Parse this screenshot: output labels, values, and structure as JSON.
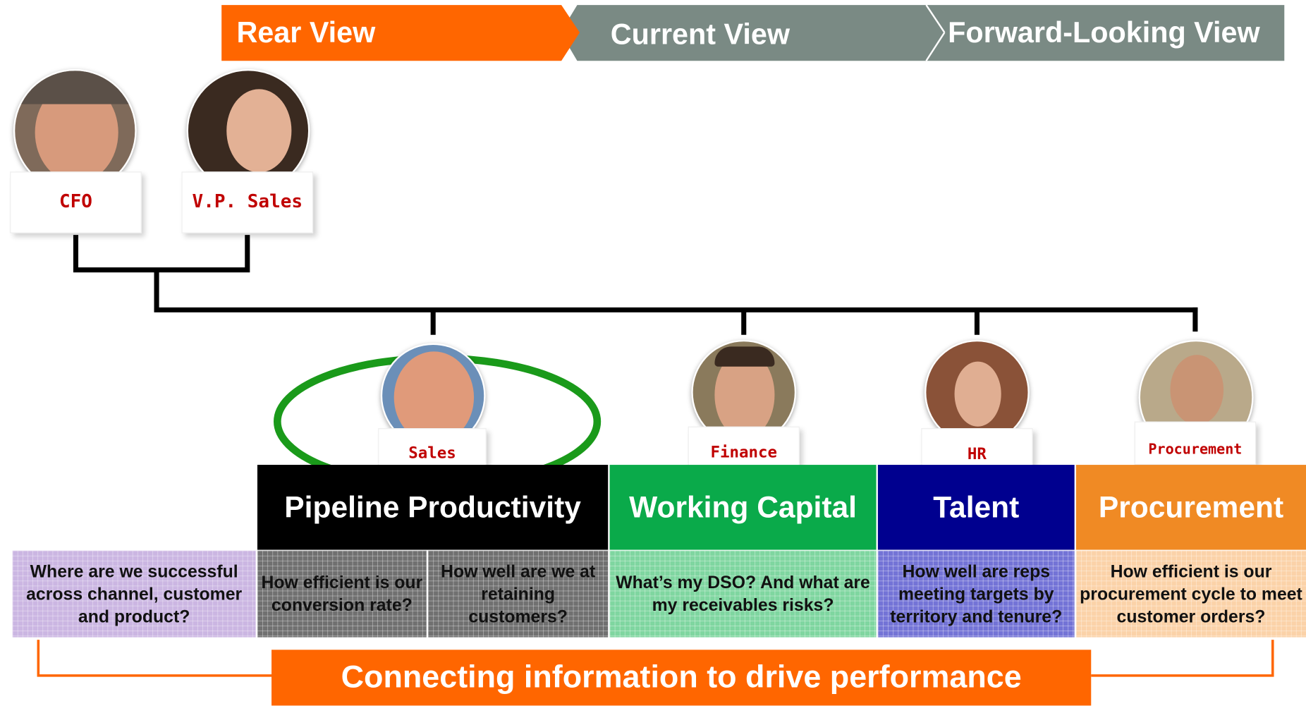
{
  "view_bar": {
    "rear": "Rear View",
    "current": "Current View",
    "forward": "Forward-Looking View",
    "colors": {
      "rear": "#ff6600",
      "current": "#7a8a84",
      "forward": "#7a8a84"
    }
  },
  "executives": [
    {
      "role": "CFO",
      "photo": "avatar-cfo"
    },
    {
      "role": "V.P. Sales",
      "photo": "avatar-vp-sales"
    }
  ],
  "teams": [
    {
      "role": "Sales",
      "domain": "Pipeline Productivity",
      "color": "#000000",
      "highlighted": true
    },
    {
      "role": "Finance",
      "domain": "Working Capital",
      "color": "#0aaa4a"
    },
    {
      "role": "HR",
      "domain": "Talent",
      "color": "#00008f"
    },
    {
      "role": "Procurement",
      "domain": "Procurement",
      "color": "#f08a24"
    }
  ],
  "questions": {
    "channel": "Where are we successful across channel, customer and product?",
    "conversion": "How efficient is our conversion rate?",
    "retention": "How well are we at retaining customers?",
    "dso": "What’s my DSO? And what are my receivables risks?",
    "reps": "How well are reps meeting targets by territory and tenure?",
    "procurement_cycle": "How efficient is our procurement cycle to meet customer orders?"
  },
  "banner": {
    "text": "Connecting information to drive performance",
    "color": "#ff6600"
  }
}
